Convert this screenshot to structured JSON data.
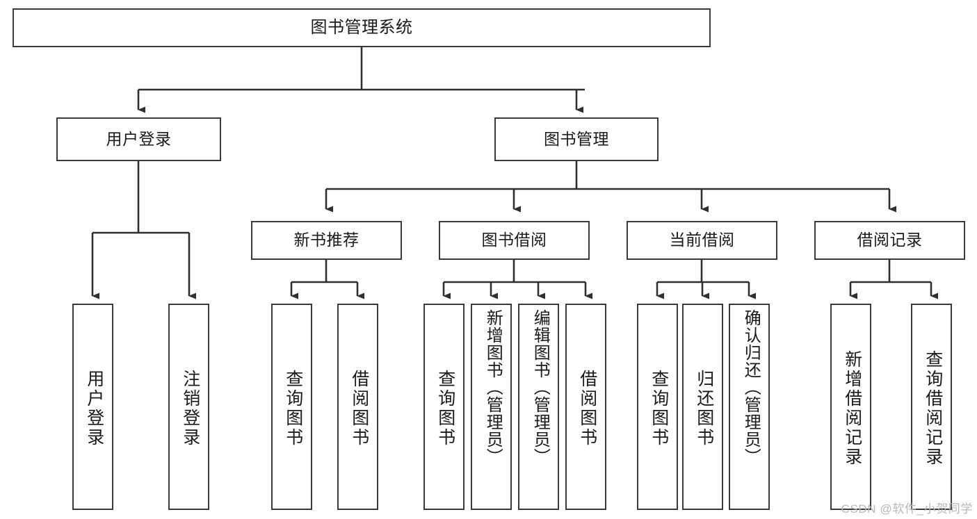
{
  "diagram": {
    "title": "图书管理系统",
    "type": "tree-hierarchy-chart",
    "colors": {
      "box_border": "#3a3a3a",
      "box_fill": "#ffffff",
      "connector": "#2f2f2f",
      "text": "#1a1a1a",
      "watermark": "#b9b9b9"
    },
    "watermark": "CSDN @软件_小贺同学",
    "levels": {
      "root": {
        "id": "root",
        "label": "图书管理系统"
      },
      "level2": [
        {
          "id": "user-login",
          "label": "用户登录"
        },
        {
          "id": "book-manage",
          "label": "图书管理"
        }
      ],
      "level3": [
        {
          "id": "new-book-recommend",
          "label": "新书推荐",
          "parent": "book-manage"
        },
        {
          "id": "book-borrow",
          "label": "图书借阅",
          "parent": "book-manage"
        },
        {
          "id": "current-borrow",
          "label": "当前借阅",
          "parent": "book-manage"
        },
        {
          "id": "borrow-record",
          "label": "借阅记录",
          "parent": "book-manage"
        }
      ],
      "leaves": [
        {
          "id": "leaf-user-login",
          "label": "用户登录",
          "parent": "user-login"
        },
        {
          "id": "leaf-user-logout",
          "label": "注销登录",
          "parent": "user-login"
        },
        {
          "id": "leaf-query-book-1",
          "label": "查询图书",
          "parent": "new-book-recommend"
        },
        {
          "id": "leaf-borrow-book-1",
          "label": "借阅图书",
          "parent": "new-book-recommend"
        },
        {
          "id": "leaf-query-book-2",
          "label": "查询图书",
          "parent": "book-borrow"
        },
        {
          "id": "leaf-add-book",
          "label": "新增图书（管理员）",
          "parent": "book-borrow"
        },
        {
          "id": "leaf-edit-book",
          "label": "编辑图书（管理员）",
          "parent": "book-borrow"
        },
        {
          "id": "leaf-borrow-book-2",
          "label": "借阅图书",
          "parent": "book-borrow"
        },
        {
          "id": "leaf-query-book-3",
          "label": "查询图书",
          "parent": "current-borrow"
        },
        {
          "id": "leaf-return-book",
          "label": "归还图书",
          "parent": "current-borrow"
        },
        {
          "id": "leaf-confirm-return",
          "label": "确认归还（管理员）",
          "parent": "current-borrow"
        },
        {
          "id": "leaf-add-record",
          "label": "新增借阅记录",
          "parent": "borrow-record"
        },
        {
          "id": "leaf-query-record",
          "label": "查询借阅记录",
          "parent": "borrow-record"
        }
      ]
    }
  }
}
